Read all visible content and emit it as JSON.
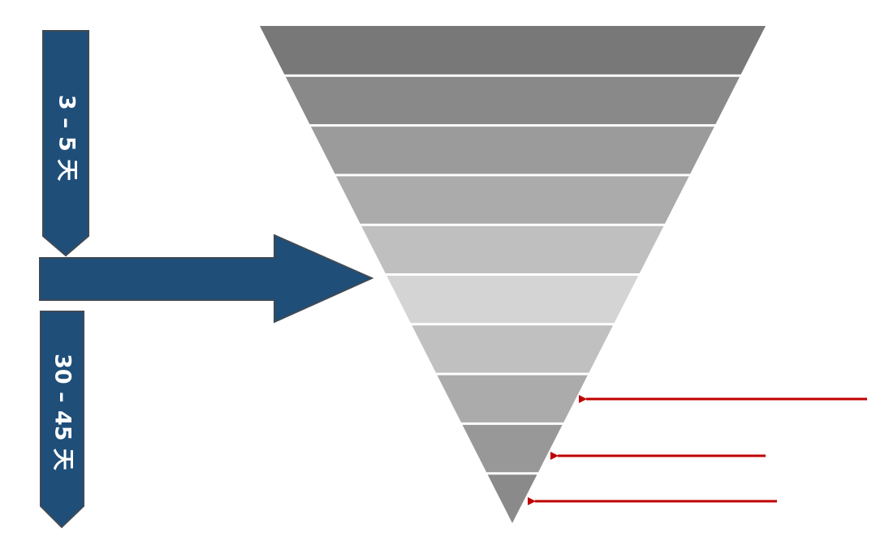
{
  "labels": {
    "top_duration": "3 – 5 天",
    "bottom_duration": "30 – 45 天"
  },
  "funnel": {
    "layer_count": 10,
    "layer_colors": [
      "#787878",
      "#898989",
      "#9b9b9b",
      "#ababab",
      "#bfbfbf",
      "#d4d4d4",
      "#c0c0c0",
      "#ababab",
      "#989898",
      "#8a8a8a"
    ],
    "separator_color": "#ffffff"
  },
  "colors": {
    "arrow_fill": "#1f4e79",
    "arrow_stroke": "#3f4a55",
    "pointer_color": "#c00000"
  }
}
